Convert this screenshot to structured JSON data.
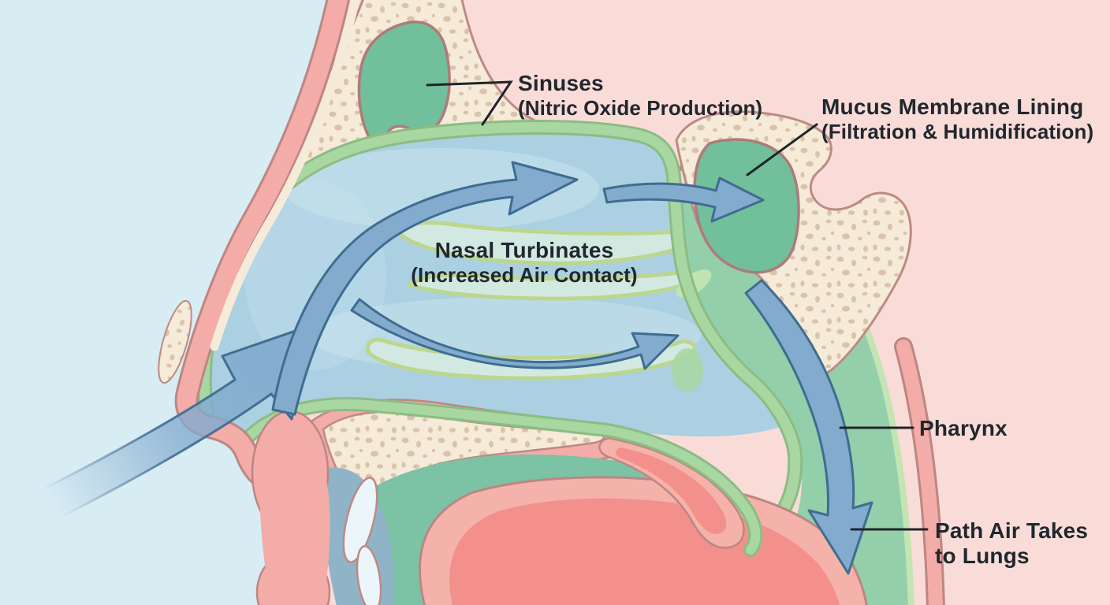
{
  "diagram": {
    "labels": {
      "sinuses": {
        "title": "Sinuses",
        "subtitle": "(Nitric Oxide Production)"
      },
      "mucus_membrane": {
        "title": "Mucus Membrane Lining",
        "subtitle": "(Filtration & Humidification)"
      },
      "nasal_turbinates": {
        "title": "Nasal Turbinates",
        "subtitle": "(Increased Air Contact)"
      },
      "pharynx": {
        "title": "Pharynx"
      },
      "path_to_lungs": {
        "line1": "Path Air Takes",
        "line2": "to Lungs"
      }
    },
    "colors": {
      "background_outside": "#d8ecf4",
      "background_head": "#f9dcd8",
      "skin": "#f3aca7",
      "skin_outline": "#bd8683",
      "bone": "#f6ead8",
      "bone_speckle": "#d9c4ab",
      "bone_outline": "#bd8a85",
      "mucus_lining": "#a8d7a1",
      "mucus_lining_outline": "#8cbc84",
      "nasal_cavity": "#abd0e2",
      "cavity_highlight": "#cbe3ed",
      "turbinate_fill": "#d2e9e2",
      "turbinate_outline": "#bcd78d",
      "sinus_fill": "#72bf9c",
      "sinus_outline": "#ad7c7a",
      "pharynx_fill": "#93cfab",
      "pharynx_edge": "#c4e5b3",
      "arrow_fill": "#82abce",
      "arrow_outline": "#3f6d90",
      "tongue": "#f4b2aa",
      "tongue_inner": "#f4908c",
      "tongue_outline": "#bd8683",
      "oral_teal": "#7cc2a4",
      "mouth_floor": "#8fb4c7",
      "tooth": "#eaf6f9",
      "label_text": "#20272e",
      "leader_line": "#1f2428"
    }
  }
}
